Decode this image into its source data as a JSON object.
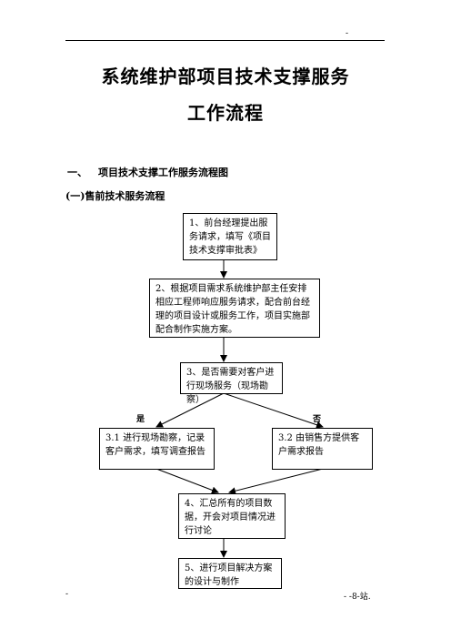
{
  "header": {
    "mark": "-"
  },
  "title": {
    "line1": "系统维护部项目技术支撑服务",
    "line2": "工作流程"
  },
  "section": {
    "number": "一、",
    "heading": "项目技术支撑工作服务流程图"
  },
  "subsection": {
    "heading": "(一)售前技术服务流程"
  },
  "flow": {
    "step1": "1、前台经理提出服务请求，填写《项目技术支撑审批表》",
    "step2": "2、根据项目需求系统维护部主任安排相应工程师响应服务请求，配合前台经理的项目设计或服务工作，项目实施部配合制作实施方案。",
    "step3": "3、是否需要对客户进行现场服务（现场勘察）",
    "yes_label": "是",
    "no_label": "否",
    "step3_1": "3.1 进行现场勘察，记录客户需求，填写调查报告",
    "step3_2": "3.2 由销售方提供客户需求报告",
    "step4": "4、汇总所有的项目数据，开会对项目情况进行讨论",
    "step5": "5、进行项目解决方案的设计与制作"
  },
  "footer": {
    "left": "-",
    "right": "- -8-站."
  }
}
